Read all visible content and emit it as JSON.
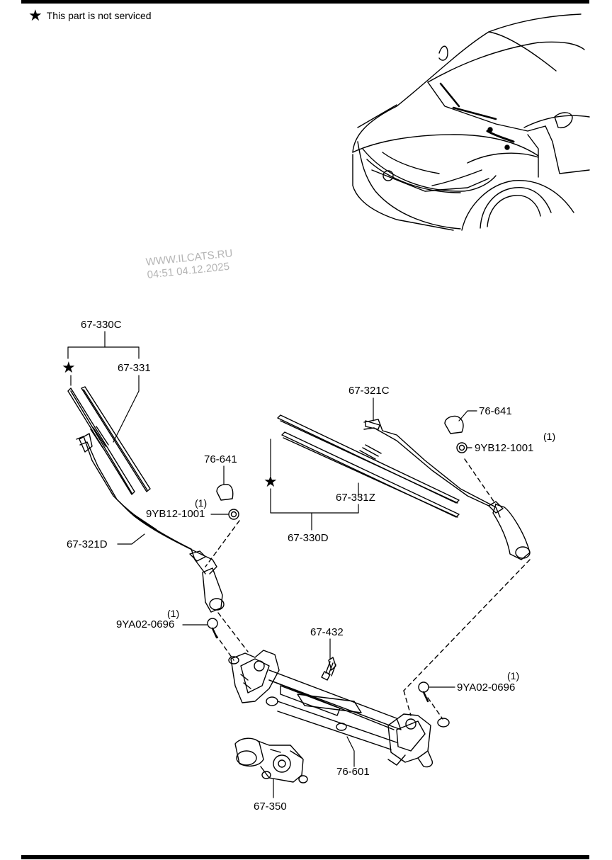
{
  "legend": {
    "symbol": "★",
    "text": "This part is not serviced"
  },
  "watermark": {
    "line1": "WWW.ILCATS.RU",
    "line2": "04:51 04.12.2025"
  },
  "callouts": {
    "p67_330C": "67-330C",
    "p67_331": "67-331",
    "p76_641_left": "76-641",
    "p9YB12_left": "9YB12-1001",
    "p9YB12_left_qty": "(1)",
    "p67_321D": "67-321D",
    "p9YA02_left": "9YA02-0696",
    "p9YA02_left_qty": "(1)",
    "p67_321C": "67-321C",
    "p76_641_right": "76-641",
    "p9YB12_right": "9YB12-1001",
    "p9YB12_right_qty": "(1)",
    "p67_331Z": "67-331Z",
    "p67_330D": "67-330D",
    "p67_432": "67-432",
    "p9YA02_right": "9YA02-0696",
    "p9YA02_right_qty": "(1)",
    "p76_601": "76-601",
    "p67_350": "67-350"
  },
  "star_marks": {
    "left": "★",
    "right": "★"
  },
  "colors": {
    "line": "#000000",
    "watermark": "#b5b5b5"
  }
}
